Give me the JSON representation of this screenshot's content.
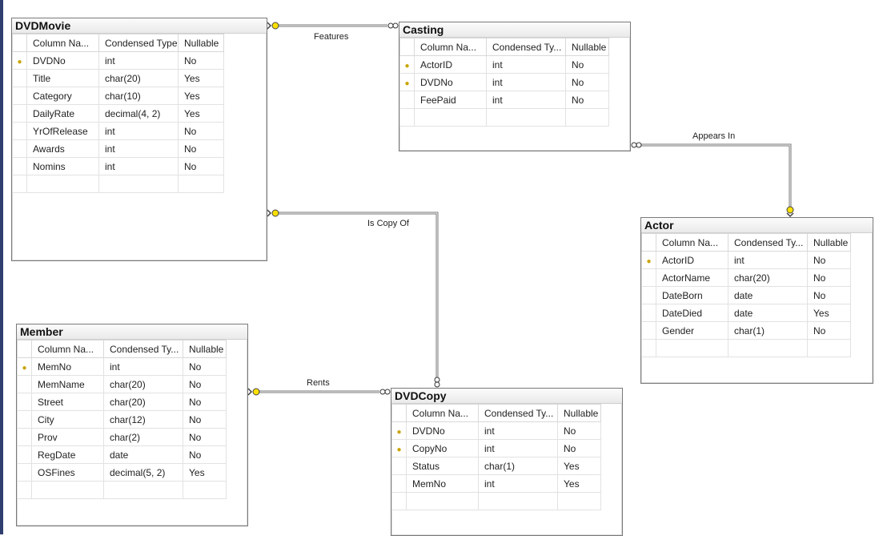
{
  "headers": {
    "col": "Column Na...",
    "col_full": "Column Na...",
    "type": "Condensed Type",
    "type_short": "Condensed Ty...",
    "nullable": "Nullable"
  },
  "key_icon": "key-icon",
  "relations": {
    "features": "Features",
    "appears_in": "Appears In",
    "is_copy_of": "Is Copy Of",
    "rents": "Rents"
  },
  "tables": {
    "dvdmovie": {
      "name": "DVDMovie",
      "header_col": "Column Na...",
      "header_type": "Condensed Type",
      "rows": [
        {
          "key": true,
          "name": "DVDNo",
          "type": "int",
          "nullable": "No"
        },
        {
          "key": false,
          "name": "Title",
          "type": "char(20)",
          "nullable": "Yes"
        },
        {
          "key": false,
          "name": "Category",
          "type": "char(10)",
          "nullable": "Yes"
        },
        {
          "key": false,
          "name": "DailyRate",
          "type": "decimal(4, 2)",
          "nullable": "Yes"
        },
        {
          "key": false,
          "name": "YrOfRelease",
          "type": "int",
          "nullable": "No"
        },
        {
          "key": false,
          "name": "Awards",
          "type": "int",
          "nullable": "No"
        },
        {
          "key": false,
          "name": "Nomins",
          "type": "int",
          "nullable": "No"
        }
      ]
    },
    "casting": {
      "name": "Casting",
      "header_col": "Column Na...",
      "header_type": "Condensed Ty...",
      "rows": [
        {
          "key": true,
          "name": "ActorID",
          "type": "int",
          "nullable": "No"
        },
        {
          "key": true,
          "name": "DVDNo",
          "type": "int",
          "nullable": "No"
        },
        {
          "key": false,
          "name": "FeePaid",
          "type": "int",
          "nullable": "No"
        }
      ]
    },
    "actor": {
      "name": "Actor",
      "header_col": "Column Na...",
      "header_type": "Condensed Ty...",
      "rows": [
        {
          "key": true,
          "name": "ActorID",
          "type": "int",
          "nullable": "No"
        },
        {
          "key": false,
          "name": "ActorName",
          "type": "char(20)",
          "nullable": "No"
        },
        {
          "key": false,
          "name": "DateBorn",
          "type": "date",
          "nullable": "No"
        },
        {
          "key": false,
          "name": "DateDied",
          "type": "date",
          "nullable": "Yes"
        },
        {
          "key": false,
          "name": "Gender",
          "type": "char(1)",
          "nullable": "No"
        }
      ]
    },
    "member": {
      "name": "Member",
      "header_col": "Column Na...",
      "header_type": "Condensed Ty...",
      "rows": [
        {
          "key": true,
          "name": "MemNo",
          "type": "int",
          "nullable": "No"
        },
        {
          "key": false,
          "name": "MemName",
          "type": "char(20)",
          "nullable": "No"
        },
        {
          "key": false,
          "name": "Street",
          "type": "char(20)",
          "nullable": "No"
        },
        {
          "key": false,
          "name": "City",
          "type": "char(12)",
          "nullable": "No"
        },
        {
          "key": false,
          "name": "Prov",
          "type": "char(2)",
          "nullable": "No"
        },
        {
          "key": false,
          "name": "RegDate",
          "type": "date",
          "nullable": "No"
        },
        {
          "key": false,
          "name": "OSFines",
          "type": "decimal(5, 2)",
          "nullable": "Yes"
        }
      ]
    },
    "dvdcopy": {
      "name": "DVDCopy",
      "header_col": "Column Na...",
      "header_type": "Condensed Ty...",
      "rows": [
        {
          "key": true,
          "name": "DVDNo",
          "type": "int",
          "nullable": "No"
        },
        {
          "key": true,
          "name": "CopyNo",
          "type": "int",
          "nullable": "No"
        },
        {
          "key": false,
          "name": "Status",
          "type": "char(1)",
          "nullable": "Yes"
        },
        {
          "key": false,
          "name": "MemNo",
          "type": "int",
          "nullable": "Yes"
        }
      ]
    }
  }
}
